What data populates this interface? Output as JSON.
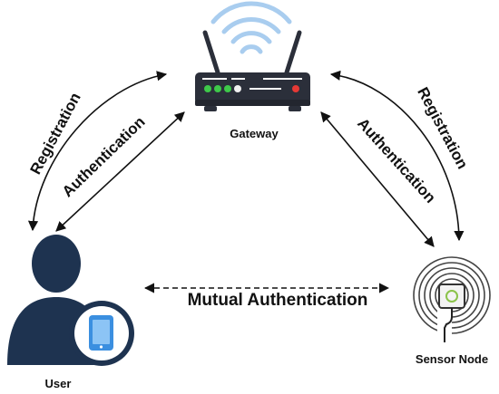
{
  "nodes": {
    "gateway": {
      "label": "Gateway"
    },
    "user": {
      "label": "User"
    },
    "sensor": {
      "label": "Sensor Node"
    }
  },
  "edges": {
    "left_registration": "Registration",
    "left_authentication": "Authentication",
    "right_registration": "Registration",
    "right_authentication": "Authentication",
    "mutual_authentication": "Mutual Authentication"
  },
  "colors": {
    "router_body": "#2b2f3a",
    "router_led_green": "#3ec94a",
    "router_led_white": "#f1f1f1",
    "router_led_red": "#e53935",
    "wifi_waves": "#a9cdef",
    "user_silhouette": "#1e3350",
    "phone_blue": "#3b8fe0",
    "sensor_rings": "#444444",
    "sensor_led": "#8bc34a",
    "arrow": "#111111"
  },
  "icons": {
    "gateway": "wifi-router-icon",
    "user": "user-with-phone-icon",
    "sensor": "sensor-node-icon"
  }
}
